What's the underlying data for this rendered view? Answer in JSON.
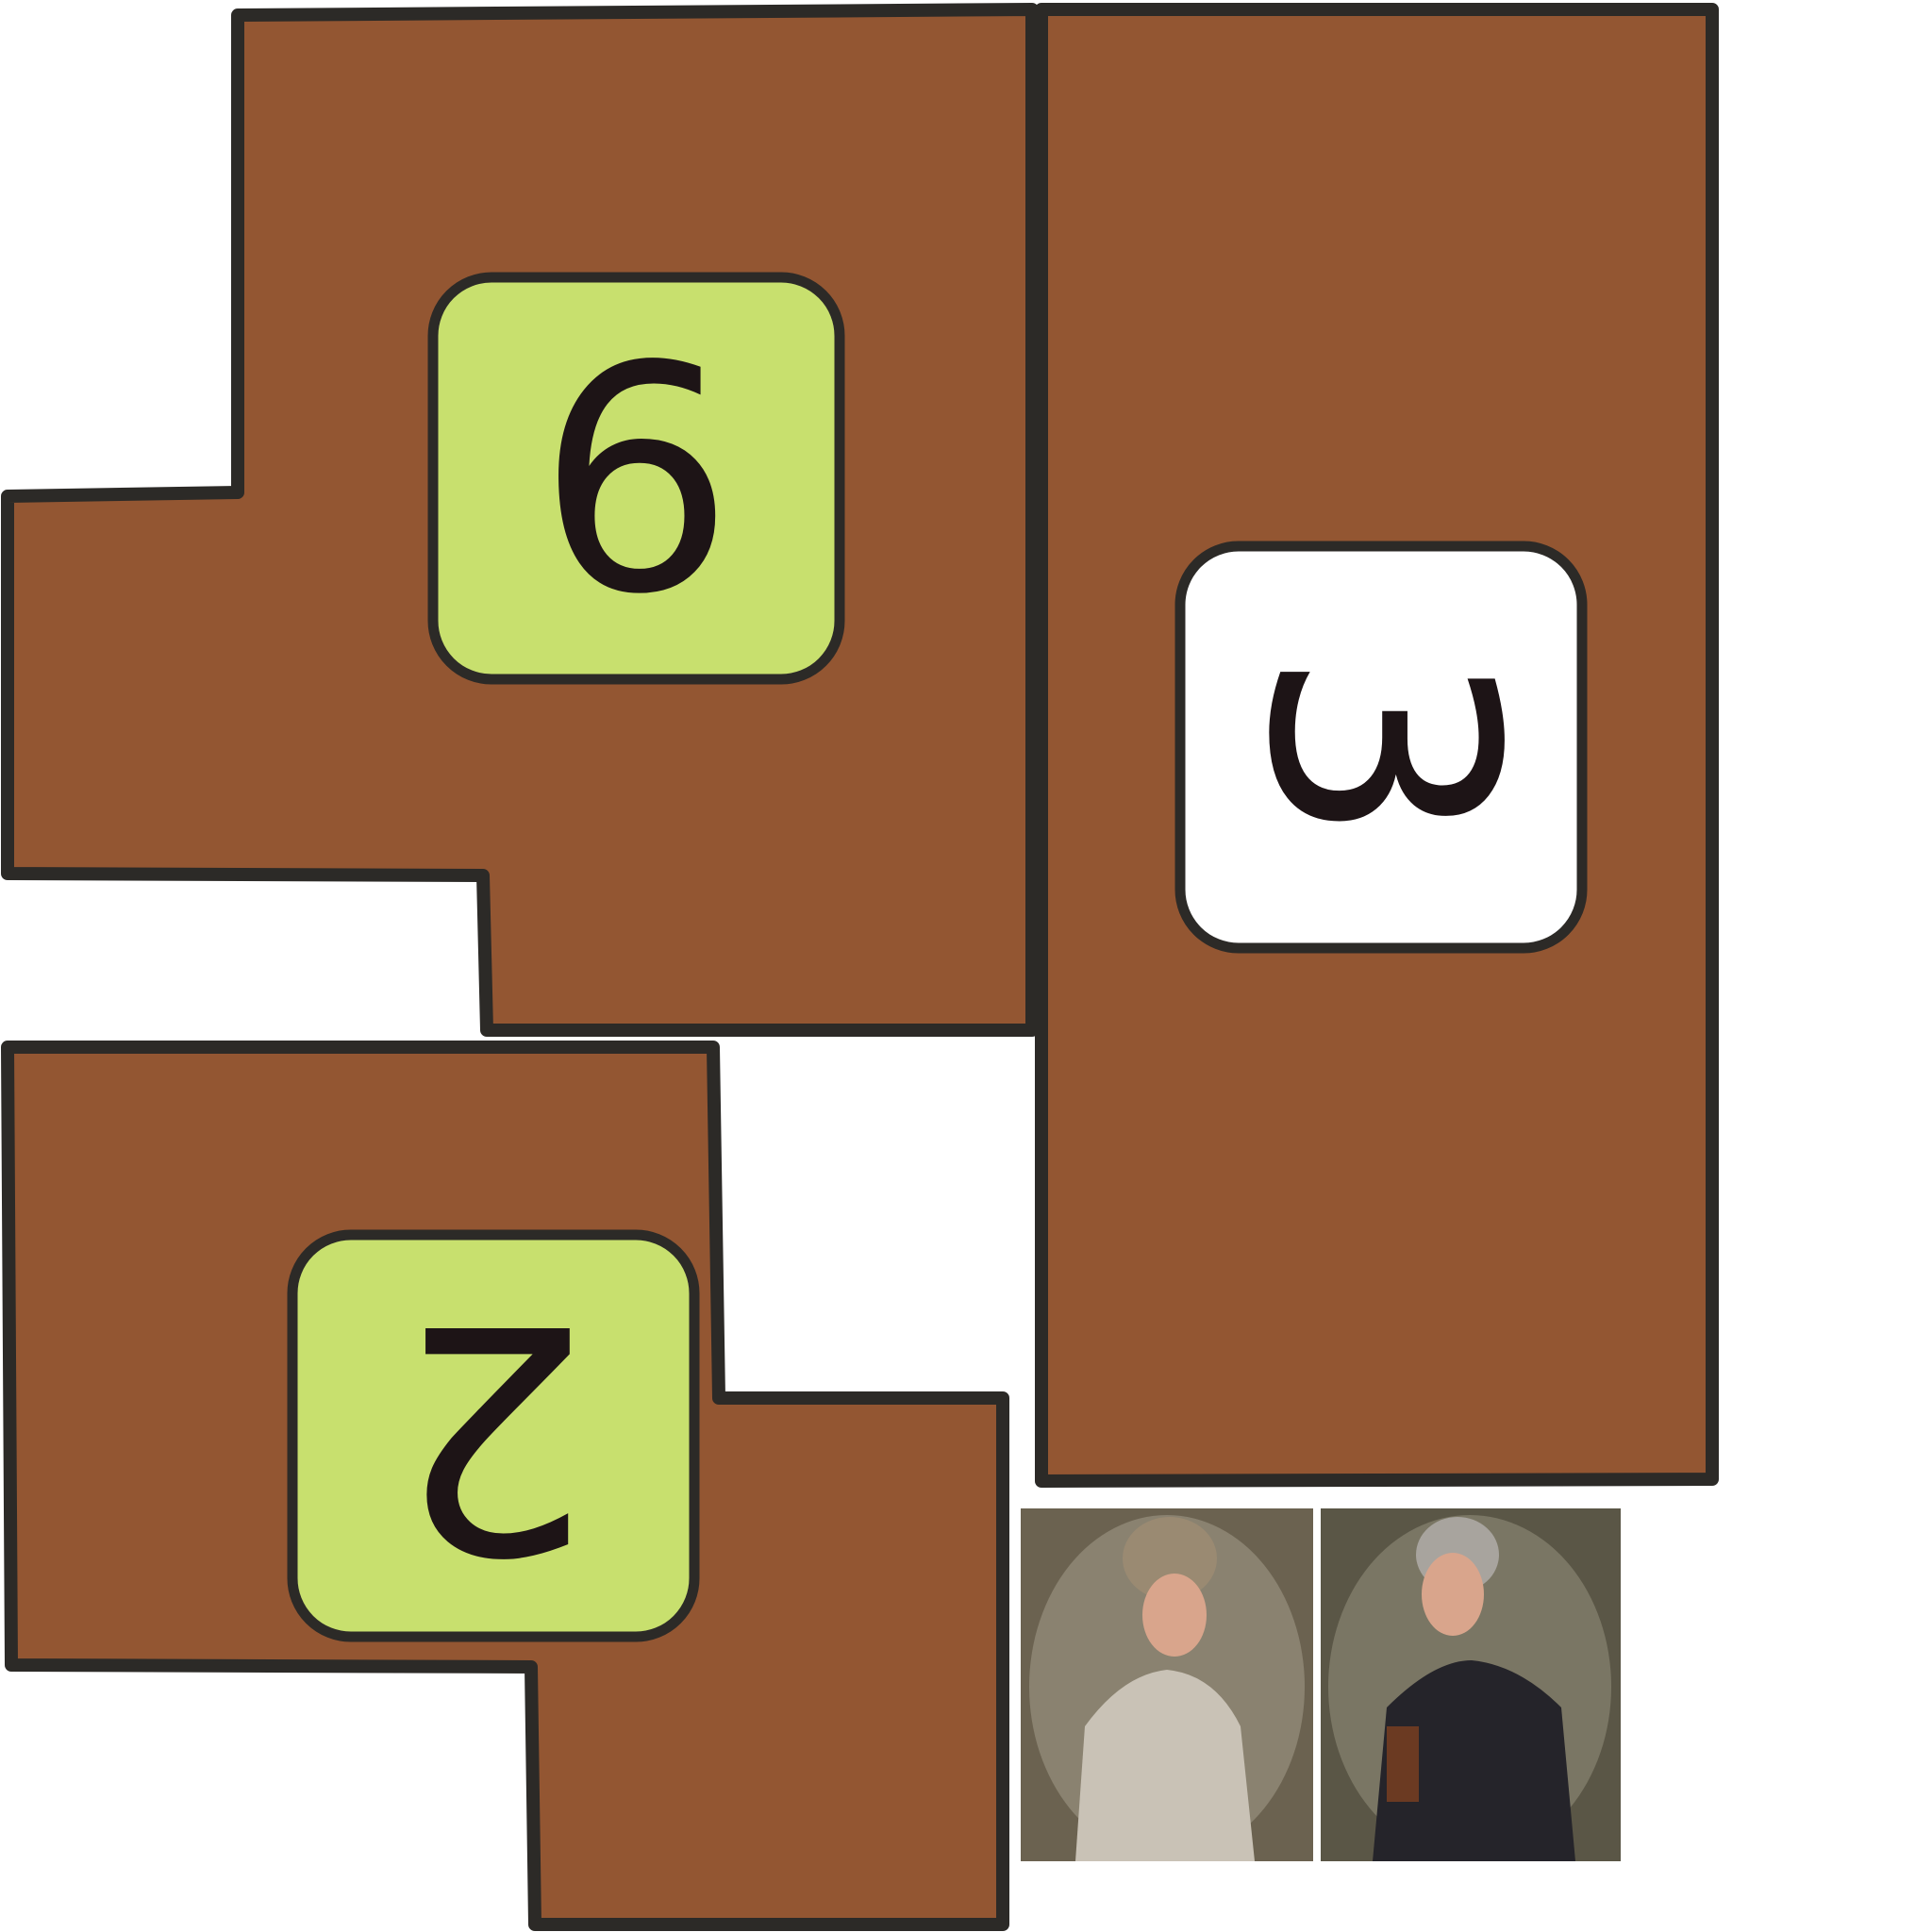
{
  "board": {
    "background_color": "#ffffff",
    "piece_color": "#935632",
    "outline_color": "#2c2a27"
  },
  "pieces": [
    {
      "name": "piece-six",
      "tile": {
        "number": "6",
        "color": "#c8e06e",
        "text_rotation_deg": 0
      }
    },
    {
      "name": "piece-three",
      "tile": {
        "number": "3",
        "color": "#ffffff",
        "text_rotation_deg": 90
      }
    },
    {
      "name": "piece-two",
      "tile": {
        "number": "2",
        "color": "#c8e06e",
        "text_rotation_deg": 180
      }
    }
  ],
  "portraits": [
    {
      "name": "portrait-woman",
      "subject": "woman",
      "colors": {
        "background": "#6b6250",
        "oval": "#8a8270",
        "dress": "#c9c2b6",
        "hair": "#9a8a72",
        "face": "#d9a58c"
      }
    },
    {
      "name": "portrait-man",
      "subject": "man",
      "colors": {
        "background": "#5a5646",
        "oval": "#7a7664",
        "coat": "#25242a",
        "hair": "#a8a49e",
        "face": "#d9a58c",
        "book": "#6b3a22"
      }
    }
  ]
}
